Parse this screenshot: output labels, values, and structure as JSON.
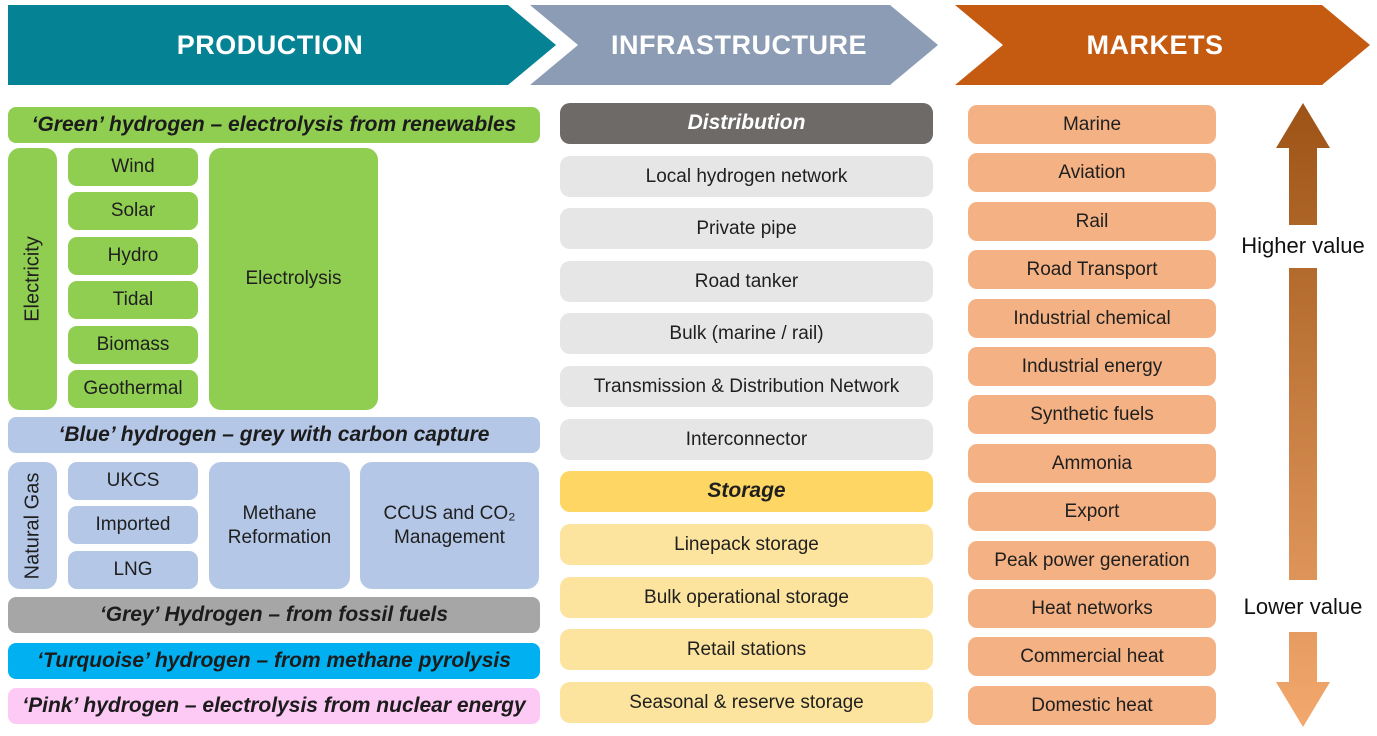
{
  "stages": {
    "production": "PRODUCTION",
    "infrastructure": "INFRASTRUCTURE",
    "markets": "MARKETS"
  },
  "colors": {
    "production_stage": "#058293",
    "infrastructure_stage": "#8C9CB5",
    "markets_stage": "#C55A11",
    "green": "#90CE51",
    "blue": "#B4C7E7",
    "grey": "#A6A6A6",
    "turquoise": "#00B0F0",
    "pink": "#FDC9F5",
    "distribution_header": "#6E6A68",
    "distribution_item": "#E7E6E6",
    "storage_header": "#FDD663",
    "storage_item": "#FCE49E",
    "market_item": "#F4B183",
    "value_arrow_top": "#9C5315",
    "value_arrow_bottom": "#F3A96E"
  },
  "production": {
    "green_banner": "‘Green’ hydrogen – electrolysis from renewables",
    "electricity_label": "Electricity",
    "renewable_sources": [
      "Wind",
      "Solar",
      "Hydro",
      "Tidal",
      "Biomass",
      "Geothermal"
    ],
    "electrolysis_label": "Electrolysis",
    "blue_banner": "‘Blue’ hydrogen – grey with carbon capture",
    "natural_gas_label": "Natural Gas",
    "gas_sources": [
      "UKCS",
      "Imported",
      "LNG"
    ],
    "methane_reformation_label": "Methane Reformation",
    "ccus_label": "CCUS and CO₂ Management",
    "grey_banner": "‘Grey’ Hydrogen – from fossil fuels",
    "turquoise_banner": "‘Turquoise’ hydrogen – from methane pyrolysis",
    "pink_banner": "‘Pink’ hydrogen – electrolysis from nuclear energy"
  },
  "infrastructure": {
    "distribution_header": "Distribution",
    "distribution_items": [
      "Local hydrogen network",
      "Private pipe",
      "Road tanker",
      "Bulk (marine / rail)",
      "Transmission & Distribution Network",
      "Interconnector"
    ],
    "storage_header": "Storage",
    "storage_items": [
      "Linepack storage",
      "Bulk operational storage",
      "Retail stations",
      "Seasonal & reserve storage"
    ]
  },
  "markets": {
    "items": [
      "Marine",
      "Aviation",
      "Rail",
      "Road Transport",
      "Industrial chemical",
      "Industrial energy",
      "Synthetic fuels",
      "Ammonia",
      "Export",
      "Peak power generation",
      "Heat networks",
      "Commercial heat",
      "Domestic heat"
    ],
    "higher_value_label": "Higher value",
    "lower_value_label": "Lower value"
  }
}
